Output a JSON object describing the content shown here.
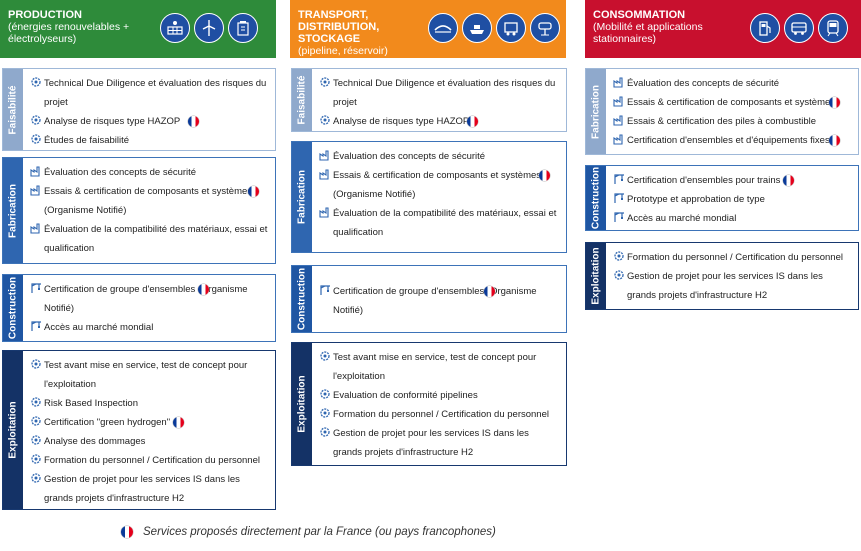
{
  "columns": [
    {
      "title": "PRODUCTION",
      "subtitle": "(énergies renouvelables + électrolyseurs)",
      "color": "#2e8b3a",
      "icons": [
        "solar-panel-icon",
        "wind-turbine-icon",
        "electrolyser-icon"
      ],
      "sections": [
        {
          "label": "Faisabilité",
          "items": [
            {
              "text": "Technical Due Diligence et évaluation des risques du projet",
              "flag": false
            },
            {
              "text": "Analyse de risques type HAZOP",
              "flag": true
            },
            {
              "text": "Études de faisabilité",
              "flag": false
            }
          ]
        },
        {
          "label": "Fabrication",
          "items": [
            {
              "text": "Évaluation des concepts de sécurité",
              "flag": false
            },
            {
              "text": "Essais & certification de composants et systèmes (Organisme Notifié)",
              "flag": true
            },
            {
              "text": "Évaluation de la compatibilité des matériaux, essai et qualification",
              "flag": false
            }
          ]
        },
        {
          "label": "Construction",
          "items": [
            {
              "text": "Certification de groupe d'ensembles (Organisme Notifié)",
              "flag": true
            },
            {
              "text": "Accès au marché mondial",
              "flag": false
            }
          ]
        },
        {
          "label": "Exploitation",
          "items": [
            {
              "text": "Test avant mise en service, test de concept pour l'exploitation",
              "flag": false
            },
            {
              "text": "Risk Based Inspection",
              "flag": false
            },
            {
              "text": "Certification \"green hydrogen\"",
              "flag": true
            },
            {
              "text": "Analyse des dommages",
              "flag": false
            },
            {
              "text": "Formation du personnel / Certification du personnel",
              "flag": false
            },
            {
              "text": "Gestion de projet pour les services IS dans les grands projets d'infrastructure H2",
              "flag": false
            }
          ]
        }
      ]
    },
    {
      "title": "TRANSPORT, DISTRIBUTION, STOCKAGE",
      "subtitle": "(pipeline, réservoir)",
      "color": "#f28a1c",
      "icons": [
        "pipeline-icon",
        "ship-icon",
        "truck-icon",
        "storage-tank-icon"
      ],
      "sections": [
        {
          "label": "Faisabilité",
          "items": [
            {
              "text": "Technical Due Diligence et évaluation des risques du projet",
              "flag": false
            },
            {
              "text": "Analyse de risques type HAZOP",
              "flag": true
            }
          ]
        },
        {
          "label": "Fabrication",
          "items": [
            {
              "text": "Évaluation des concepts de sécurité",
              "flag": false
            },
            {
              "text": "Essais & certification de composants et systèmes (Organisme Notifié)",
              "flag": true
            },
            {
              "text": "Évaluation de la compatibilité des matériaux, essai et qualification",
              "flag": false
            }
          ]
        },
        {
          "label": "Construction",
          "items": [
            {
              "text": "Certification de groupe d'ensembles (Organisme Notifié)",
              "flag": true
            }
          ]
        },
        {
          "label": "Exploitation",
          "items": [
            {
              "text": "Test avant mise en service, test de concept pour l'exploitation",
              "flag": false
            },
            {
              "text": "Evaluation de conformité pipelines",
              "flag": false
            },
            {
              "text": "Formation du personnel / Certification du personnel",
              "flag": false
            },
            {
              "text": "Gestion de projet pour les services IS dans les grands projets d'infrastructure H2",
              "flag": false
            }
          ]
        }
      ]
    },
    {
      "title": "CONSOMMATION",
      "subtitle": "(Mobilité et applications stationnaires)",
      "color": "#c8102e",
      "icons": [
        "fuel-pump-icon",
        "bus-icon",
        "train-icon"
      ],
      "sections": [
        {
          "label": "Fabrication",
          "items": [
            {
              "text": "Évaluation des concepts de sécurité",
              "flag": false
            },
            {
              "text": "Essais & certification de composants et systèmes",
              "flag": true
            },
            {
              "text": "Essais & certification des piles à combustible",
              "flag": false
            },
            {
              "text": "Certification d'ensembles et d'équipements fixes",
              "flag": true
            }
          ]
        },
        {
          "label": "Construction",
          "items": [
            {
              "text": "Certification d'ensembles pour trains",
              "flag": true
            },
            {
              "text": "Prototype et approbation de type",
              "flag": false
            },
            {
              "text": "Accès au marché mondial",
              "flag": false
            }
          ]
        },
        {
          "label": "Exploitation",
          "items": [
            {
              "text": "Formation du personnel / Certification du personnel",
              "flag": false
            },
            {
              "text": "Gestion de projet pour les services IS dans les grands projets d'infrastructure H2",
              "flag": false
            }
          ]
        }
      ]
    }
  ],
  "legend": {
    "text": "Services proposés directement par la France (ou pays francophones)"
  }
}
